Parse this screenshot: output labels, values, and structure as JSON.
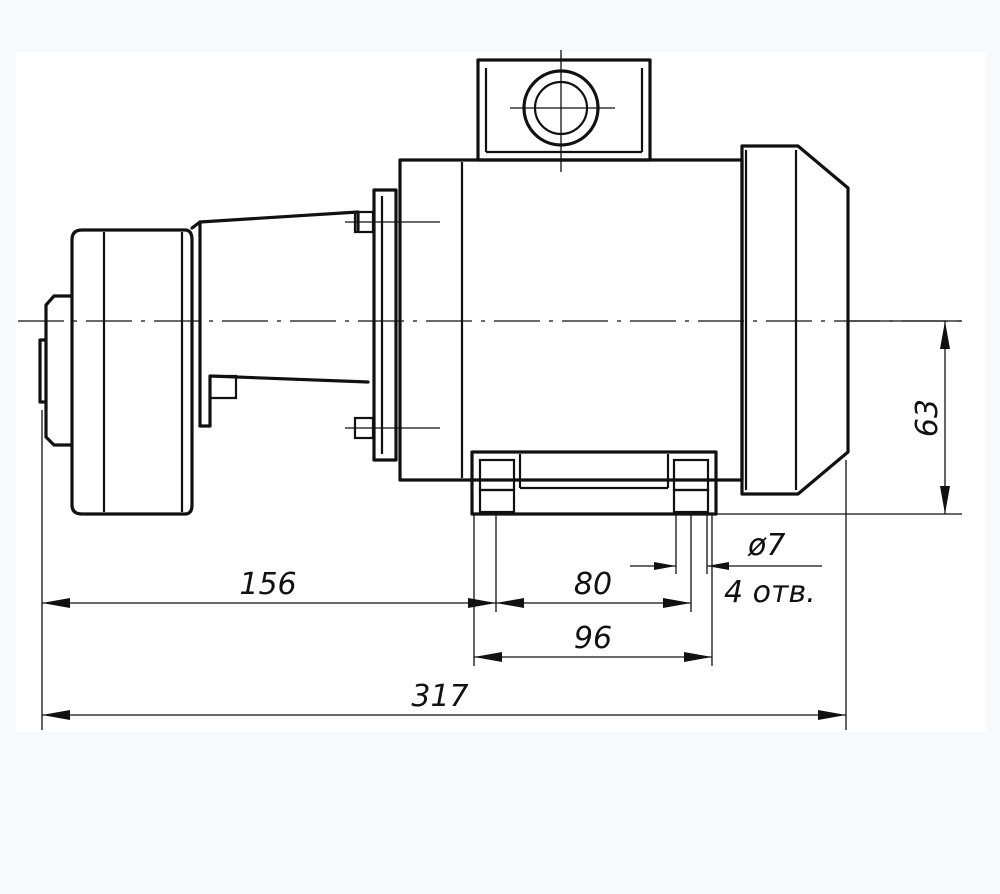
{
  "dimensions": {
    "overall_length": "317",
    "length_to_foot": "156",
    "foot_hole_spacing": "80",
    "foot_width": "96",
    "shaft_height": "63",
    "hole_diameter": "ø7",
    "hole_count": "4 отв."
  }
}
